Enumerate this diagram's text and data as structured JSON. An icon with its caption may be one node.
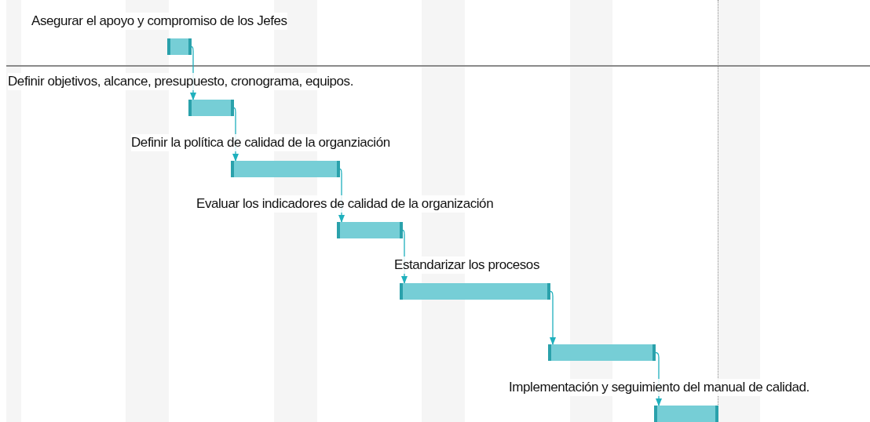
{
  "diagram": {
    "nodes": [
      {
        "text": [],
        "shape": "bar",
        "beside": [
          "Asegurar el apoyo y compromiso de los Jefes"
        ]
      },
      {
        "text": [],
        "shape": "bar",
        "beside": [
          "Definir objetivos, alcance, presupuesto, cronograma, equipos."
        ]
      },
      {
        "text": [],
        "shape": "bar",
        "beside": [
          "Definir la política de calidad de la organziación"
        ]
      },
      {
        "text": [],
        "shape": "bar",
        "beside": [
          "Evaluar los indicadores de calidad de la organización"
        ]
      },
      {
        "text": [],
        "shape": "bar",
        "beside": [
          "Estandarizar los procesos"
        ]
      },
      {
        "text": [],
        "shape": "bar"
      },
      {
        "text": [],
        "shape": "bar",
        "beside": [
          "Implementación y seguimiento del manual de calidad."
        ]
      }
    ],
    "edges": [
      {
        "from": 0,
        "to": 1,
        "arrow": "to"
      },
      {
        "from": 1,
        "to": 2,
        "arrow": "to"
      },
      {
        "from": 2,
        "to": 3,
        "arrow": "to"
      },
      {
        "from": 3,
        "to": 4,
        "arrow": "to"
      },
      {
        "from": 4,
        "to": 5,
        "arrow": "to"
      },
      {
        "from": 5,
        "to": 6,
        "arrow": "to"
      }
    ]
  }
}
